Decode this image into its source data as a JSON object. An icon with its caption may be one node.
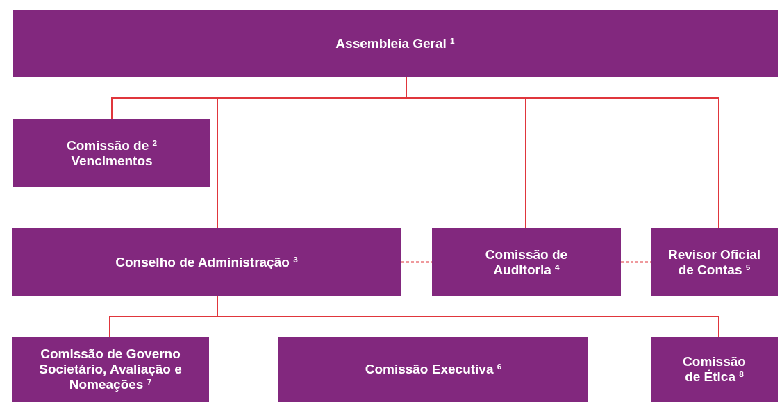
{
  "diagram": {
    "nodes": [
      {
        "text": [
          "Assembleia Geral $^{1}$"
        ]
      },
      {
        "text": [
          "Comissão de $^{2}$ Vencimentos"
        ]
      },
      {
        "text": [
          "Conselho de Administração $^{3}$"
        ]
      },
      {
        "text": [
          "Comissão de Auditoria $^{4}$"
        ]
      },
      {
        "text": [
          "Revisor Oficial de Contas $^{5}$"
        ]
      },
      {
        "text": [
          "Comissão de Governo Societário, Avaliação e Nomeações $^{7}$"
        ]
      },
      {
        "text": [
          "Comissão Executiva $^{6}$"
        ]
      },
      {
        "text": [
          "Comissão de Ética $^{8}$"
        ]
      }
    ],
    "edges": [
      {
        "from": 0,
        "to": 1,
        "arrow": "none"
      },
      {
        "from": 0,
        "to": 2,
        "arrow": "none"
      },
      {
        "from": 0,
        "to": 3,
        "arrow": "none"
      },
      {
        "from": 0,
        "to": 4,
        "arrow": "none"
      },
      {
        "from": 2,
        "to": 3,
        "arrow": "none",
        "style": "dashed"
      },
      {
        "from": 3,
        "to": 4,
        "arrow": "none",
        "style": "dashed"
      },
      {
        "from": 2,
        "to": 5,
        "arrow": "none"
      },
      {
        "from": 2,
        "to": 7,
        "arrow": "none"
      }
    ]
  }
}
